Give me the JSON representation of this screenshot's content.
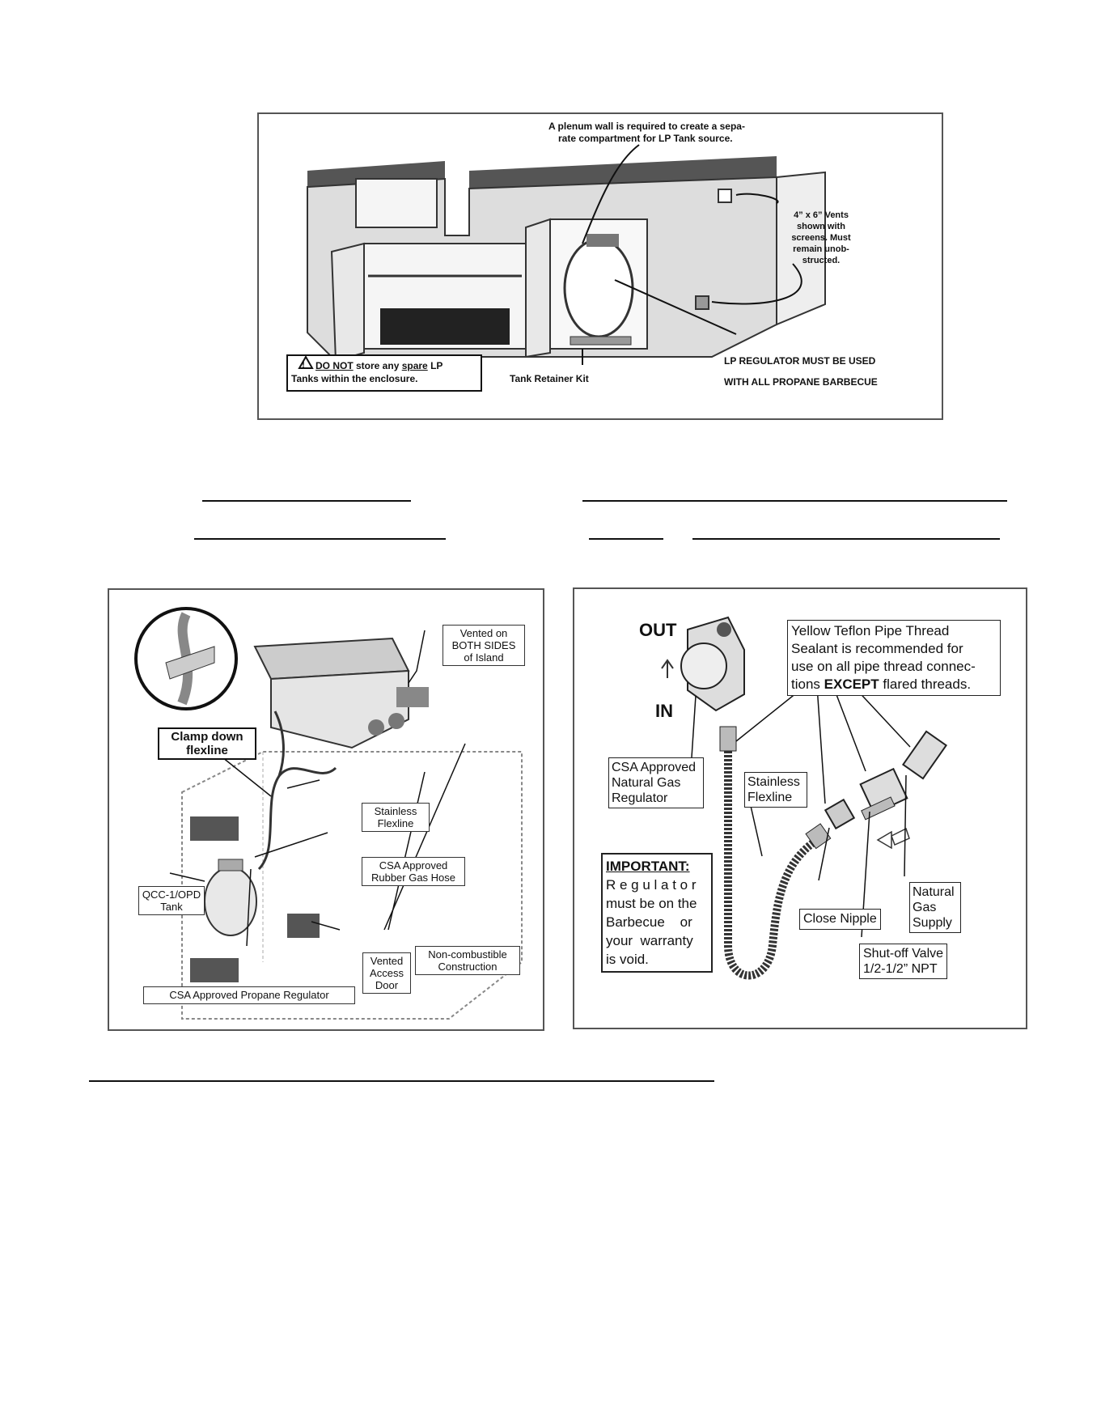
{
  "figure1": {
    "plenum_note_1": "A plenum wall is required to create a sepa-",
    "plenum_note_2": "rate compartment for LP Tank source.",
    "vents_1": "4” x 6” Vents",
    "vents_2": "shown with",
    "vents_3": "screens. Must",
    "vents_4": "remain unob-",
    "vents_5": "structed.",
    "warning_do_not": "DO NOT",
    "warning_mid": " store any ",
    "warning_spare": "spare",
    "warning_end": " LP",
    "warning_2": "Tanks within the enclosure.",
    "retainer": "Tank Retainer Kit",
    "regulator_1": "LP REGULATOR MUST BE USED",
    "regulator_2": "WITH ALL PROPANE BARBECUE"
  },
  "figure2": {
    "vented_1": "Vented on",
    "vented_2": "BOTH SIDES",
    "vented_3": "of Island",
    "clamp_1": "Clamp down",
    "clamp_2": "flexline",
    "stainless_1": "Stainless",
    "stainless_2": "Flexline",
    "rubber_1": "CSA Approved",
    "rubber_2": "Rubber Gas Hose",
    "tank_1": "QCC-1/OPD",
    "tank_2": "Tank",
    "access_1": "Vented",
    "access_2": "Access",
    "access_3": "Door",
    "noncomb_1": "Non-combustible",
    "noncomb_2": "Construction",
    "propane_reg": "CSA Approved Propane Regulator"
  },
  "figure3": {
    "out": "OUT",
    "in": "IN",
    "teflon_1": "Yellow Teflon Pipe Thread",
    "teflon_2": "Sealant is recommended for",
    "teflon_3": "use on all pipe thread connec-",
    "teflon_4a": "tions ",
    "teflon_4b": "EXCEPT",
    "teflon_4c": " flared threads.",
    "csa_1": "CSA Approved",
    "csa_2": "Natural Gas",
    "csa_3": "Regulator",
    "stainless_1": "Stainless",
    "stainless_2": "Flexline",
    "important_title": "IMPORTANT:",
    "important_1": "R e g u l a t o r",
    "important_2": "must be on the",
    "important_3": "Barbecue    or",
    "important_4": "your  warranty",
    "important_5": "is void.",
    "nipple": "Close Nipple",
    "shutoff_1": "Shut-off Valve",
    "shutoff_2": "1/2-1/2” NPT",
    "ng_1": "Natural",
    "ng_2": "Gas",
    "ng_3": "Supply"
  }
}
